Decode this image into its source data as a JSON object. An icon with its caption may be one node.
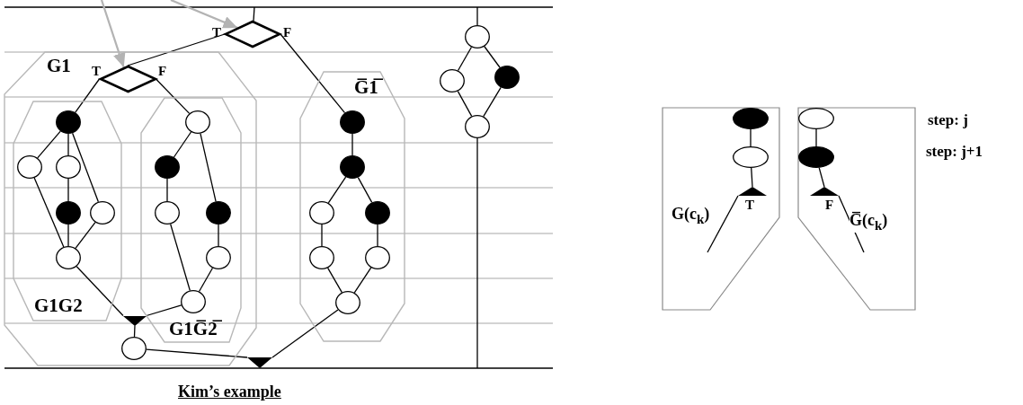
{
  "diagram": {
    "caption": "Kim’s example",
    "nodes": [
      {
        "text": [],
        "shape": "diamond",
        "beside": [
          "T",
          "F"
        ]
      },
      {
        "text": [
          "G1"
        ]
      },
      {
        "text": [],
        "shape": "diamond",
        "beside": [
          "T",
          "F"
        ],
        "in": 1
      },
      {
        "text": [
          "G1G2"
        ],
        "in": 1
      },
      {
        "text": [],
        "shape": "dot",
        "in": 3
      },
      {
        "text": [],
        "shape": "circle",
        "in": 3
      },
      {
        "text": [],
        "shape": "circle",
        "in": 3
      },
      {
        "text": [],
        "shape": "dot",
        "in": 3
      },
      {
        "text": [],
        "shape": "circle",
        "in": 3
      },
      {
        "text": [],
        "shape": "circle",
        "in": 3
      },
      {
        "text": [
          "G1G̅2̅"
        ],
        "in": 1
      },
      {
        "text": [],
        "shape": "circle",
        "in": 10
      },
      {
        "text": [],
        "shape": "dot",
        "in": 10
      },
      {
        "text": [],
        "shape": "circle",
        "in": 10
      },
      {
        "text": [],
        "shape": "dot",
        "in": 10
      },
      {
        "text": [],
        "shape": "circle",
        "in": 10
      },
      {
        "text": [],
        "shape": "circle",
        "in": 10
      },
      {
        "text": [],
        "shape": "triangle",
        "in": 1
      },
      {
        "text": [],
        "shape": "circle",
        "in": 1
      },
      {
        "text": [
          "G̅1̅"
        ]
      },
      {
        "text": [],
        "shape": "dot",
        "in": 19
      },
      {
        "text": [],
        "shape": "dot",
        "in": 19
      },
      {
        "text": [],
        "shape": "circle",
        "in": 19
      },
      {
        "text": [],
        "shape": "dot",
        "in": 19
      },
      {
        "text": [],
        "shape": "circle",
        "in": 19
      },
      {
        "text": [],
        "shape": "circle",
        "in": 19
      },
      {
        "text": [],
        "shape": "circle",
        "in": 19
      },
      {
        "text": [],
        "shape": "triangle"
      },
      {
        "text": [],
        "shape": "circle"
      },
      {
        "text": [],
        "shape": "circle"
      },
      {
        "text": [],
        "shape": "dot"
      },
      {
        "text": [],
        "shape": "circle"
      },
      {
        "text": [],
        "shape": "box"
      },
      {
        "text": [],
        "shape": "dot",
        "in": 32
      },
      {
        "text": [],
        "shape": "circle",
        "in": 32
      },
      {
        "text": [],
        "shape": "triangle",
        "beside": [
          "T"
        ],
        "in": 32
      },
      {
        "text": [],
        "shape": "box"
      },
      {
        "text": [],
        "shape": "circle",
        "in": 36
      },
      {
        "text": [],
        "shape": "dot",
        "in": 36
      },
      {
        "text": [],
        "shape": "triangle",
        "beside": [
          "F"
        ],
        "in": 36
      }
    ],
    "edges": [
      {
        "from": null,
        "to": 0,
        "arrow": "none"
      },
      {
        "from": null,
        "to": 2,
        "arrow": "to",
        "color": "#b3b3b3"
      },
      {
        "from": null,
        "to": 0,
        "arrow": "to",
        "color": "#b3b3b3"
      },
      {
        "from": 0,
        "to": 2,
        "arrow": "none"
      },
      {
        "from": 0,
        "to": 20,
        "arrow": "none"
      },
      {
        "from": 2,
        "to": 4,
        "arrow": "none"
      },
      {
        "from": 2,
        "to": 11,
        "arrow": "none"
      },
      {
        "from": 4,
        "to": 5,
        "arrow": "none"
      },
      {
        "from": 4,
        "to": 6,
        "arrow": "none"
      },
      {
        "from": 4,
        "to": 8,
        "arrow": "none"
      },
      {
        "from": 6,
        "to": 7,
        "arrow": "none"
      },
      {
        "from": 5,
        "to": 9,
        "arrow": "none"
      },
      {
        "from": 7,
        "to": 9,
        "arrow": "none"
      },
      {
        "from": 8,
        "to": 9,
        "arrow": "none"
      },
      {
        "from": 11,
        "to": 12,
        "arrow": "none"
      },
      {
        "from": 11,
        "to": 14,
        "arrow": "none"
      },
      {
        "from": 12,
        "to": 13,
        "arrow": "none"
      },
      {
        "from": 13,
        "to": 16,
        "arrow": "none"
      },
      {
        "from": 14,
        "to": 15,
        "arrow": "none"
      },
      {
        "from": 15,
        "to": 16,
        "arrow": "none"
      },
      {
        "from": 9,
        "to": 17,
        "arrow": "none"
      },
      {
        "from": 16,
        "to": 17,
        "arrow": "none"
      },
      {
        "from": 17,
        "to": 18,
        "arrow": "none"
      },
      {
        "from": 18,
        "to": 27,
        "arrow": "none"
      },
      {
        "from": 20,
        "to": 21,
        "arrow": "none"
      },
      {
        "from": 21,
        "to": 22,
        "arrow": "none"
      },
      {
        "from": 21,
        "to": 23,
        "arrow": "none"
      },
      {
        "from": 22,
        "to": 24,
        "arrow": "none"
      },
      {
        "from": 23,
        "to": 25,
        "arrow": "none"
      },
      {
        "from": 24,
        "to": 26,
        "arrow": "none"
      },
      {
        "from": 25,
        "to": 26,
        "arrow": "none"
      },
      {
        "from": 26,
        "to": 27,
        "arrow": "none"
      },
      {
        "from": null,
        "to": 28,
        "arrow": "none"
      },
      {
        "from": 28,
        "to": 29,
        "arrow": "none"
      },
      {
        "from": 28,
        "to": 30,
        "arrow": "none"
      },
      {
        "from": 29,
        "to": 31,
        "arrow": "none"
      },
      {
        "from": 30,
        "to": 31,
        "arrow": "none"
      },
      {
        "from": 31,
        "to": null,
        "arrow": "none"
      },
      {
        "from": 33,
        "to": 34,
        "arrow": "none"
      },
      {
        "from": 34,
        "to": 35,
        "arrow": "none"
      },
      {
        "from": 35,
        "to": null,
        "arrow": "none",
        "label": "G(c$_{k}$)"
      },
      {
        "from": 37,
        "to": 38,
        "arrow": "none"
      },
      {
        "from": 38,
        "to": 39,
        "arrow": "none"
      },
      {
        "from": 39,
        "to": null,
        "arrow": "none",
        "label": "G̅(c$_{k}$)"
      }
    ],
    "labels": [
      "step: j",
      "step: j+1"
    ]
  }
}
